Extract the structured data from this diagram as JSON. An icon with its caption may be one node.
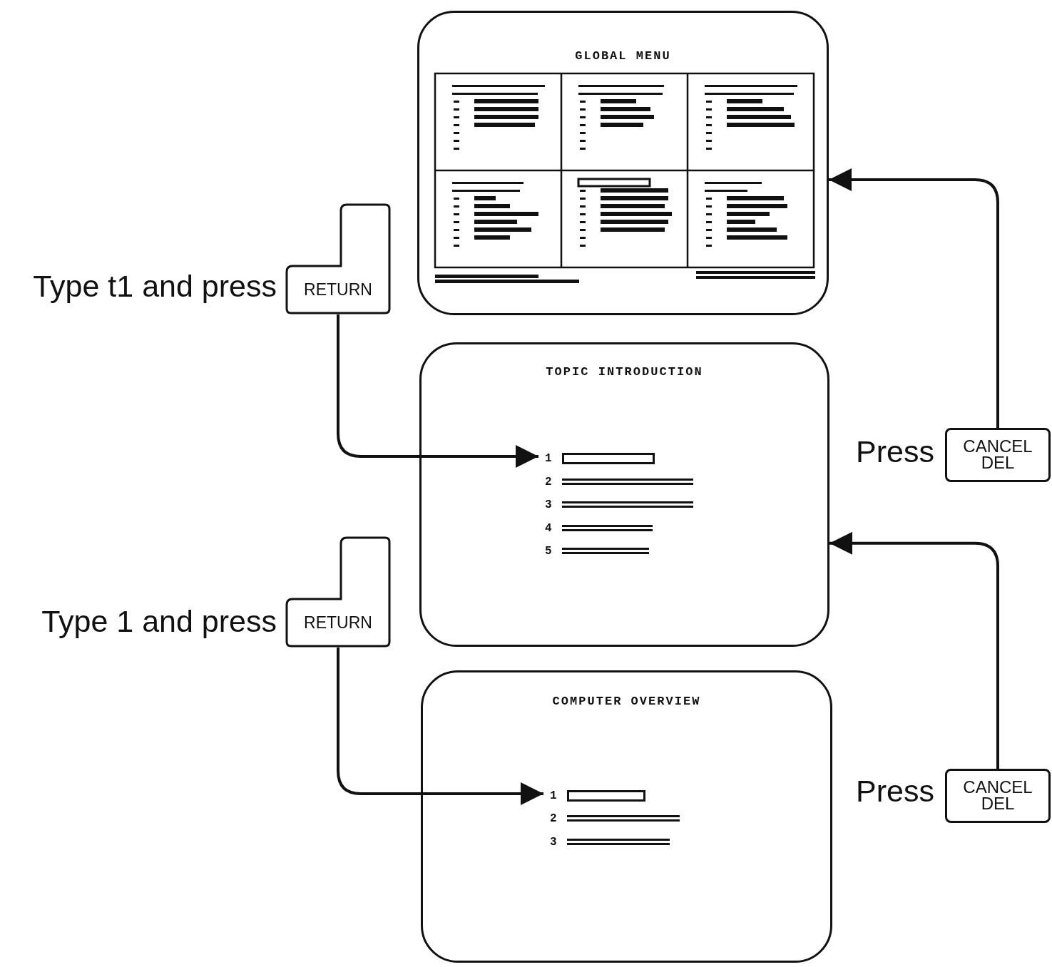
{
  "diagram": {
    "nodes": [
      {
        "text": [
          "GLOBAL MENU"
        ]
      },
      {
        "text": [
          "TOPIC INTRODUCTION"
        ]
      },
      {
        "text": [
          "1"
        ],
        "in": 1
      },
      {
        "text": [
          "2"
        ],
        "in": 1
      },
      {
        "text": [
          "3"
        ],
        "in": 1
      },
      {
        "text": [
          "4"
        ],
        "in": 1
      },
      {
        "text": [
          "5"
        ],
        "in": 1
      },
      {
        "text": [
          "COMPUTER OVERVIEW"
        ]
      },
      {
        "text": [
          "1"
        ],
        "in": 7
      },
      {
        "text": [
          "2"
        ],
        "in": 7
      },
      {
        "text": [
          "3"
        ],
        "in": 7
      },
      {
        "text": [
          "RETURN"
        ],
        "beside": [
          "Type t1 and press"
        ]
      },
      {
        "text": [
          "RETURN"
        ],
        "beside": [
          "Type 1 and press"
        ]
      },
      {
        "text": [
          "CANCEL DEL"
        ],
        "beside": [
          "Press"
        ]
      },
      {
        "text": [
          "CANCEL DEL"
        ],
        "beside": [
          "Press"
        ]
      }
    ],
    "edges": [
      {
        "from": 11,
        "to": 2,
        "arrow": "to"
      },
      {
        "from": 12,
        "to": 8,
        "arrow": "to"
      },
      {
        "from": 13,
        "to": 0,
        "arrow": "to"
      },
      {
        "from": 14,
        "to": 1,
        "arrow": "to"
      }
    ]
  }
}
